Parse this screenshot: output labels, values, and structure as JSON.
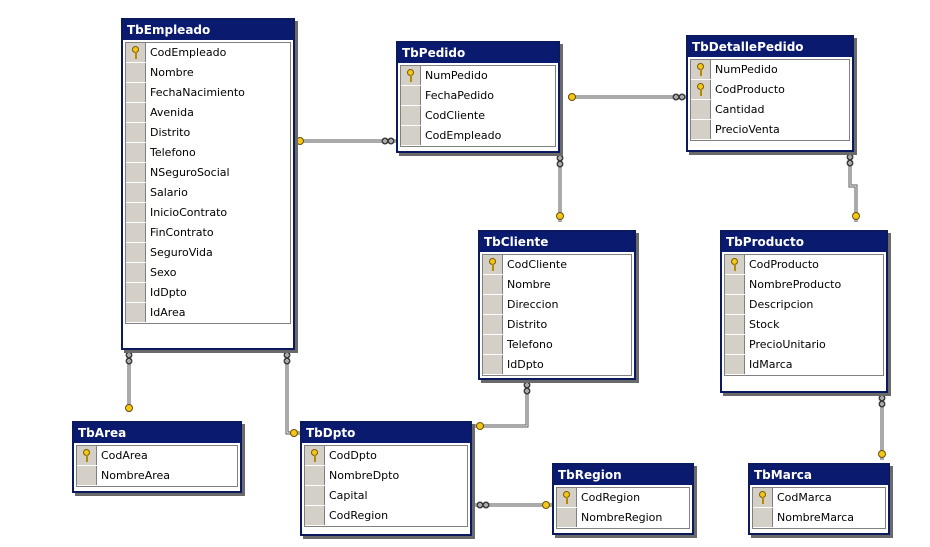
{
  "tables": {
    "empleado": {
      "title": "TbEmpleado",
      "columns": [
        {
          "name": "CodEmpleado",
          "pk": true
        },
        {
          "name": "Nombre",
          "pk": false
        },
        {
          "name": "FechaNacimiento",
          "pk": false
        },
        {
          "name": "Avenida",
          "pk": false
        },
        {
          "name": "Distrito",
          "pk": false
        },
        {
          "name": "Telefono",
          "pk": false
        },
        {
          "name": "NSeguroSocial",
          "pk": false
        },
        {
          "name": "Salario",
          "pk": false
        },
        {
          "name": "InicioContrato",
          "pk": false
        },
        {
          "name": "FinContrato",
          "pk": false
        },
        {
          "name": "SeguroVida",
          "pk": false
        },
        {
          "name": "Sexo",
          "pk": false
        },
        {
          "name": "IdDpto",
          "pk": false
        },
        {
          "name": "IdArea",
          "pk": false
        }
      ]
    },
    "pedido": {
      "title": "TbPedido",
      "columns": [
        {
          "name": "NumPedido",
          "pk": true
        },
        {
          "name": "FechaPedido",
          "pk": false
        },
        {
          "name": "CodCliente",
          "pk": false
        },
        {
          "name": "CodEmpleado",
          "pk": false
        }
      ]
    },
    "detalle": {
      "title": "TbDetallePedido",
      "columns": [
        {
          "name": "NumPedido",
          "pk": true
        },
        {
          "name": "CodProducto",
          "pk": true
        },
        {
          "name": "Cantidad",
          "pk": false
        },
        {
          "name": "PrecioVenta",
          "pk": false
        }
      ]
    },
    "cliente": {
      "title": "TbCliente",
      "columns": [
        {
          "name": "CodCliente",
          "pk": true
        },
        {
          "name": "Nombre",
          "pk": false
        },
        {
          "name": "Direccion",
          "pk": false
        },
        {
          "name": "Distrito",
          "pk": false
        },
        {
          "name": "Telefono",
          "pk": false
        },
        {
          "name": "IdDpto",
          "pk": false
        }
      ]
    },
    "producto": {
      "title": "TbProducto",
      "columns": [
        {
          "name": "CodProducto",
          "pk": true
        },
        {
          "name": "NombreProducto",
          "pk": false
        },
        {
          "name": "Descripcion",
          "pk": false
        },
        {
          "name": "Stock",
          "pk": false
        },
        {
          "name": "PrecioUnitario",
          "pk": false
        },
        {
          "name": "IdMarca",
          "pk": false
        }
      ]
    },
    "area": {
      "title": "TbArea",
      "columns": [
        {
          "name": "CodArea",
          "pk": true
        },
        {
          "name": "NombreArea",
          "pk": false
        }
      ]
    },
    "dpto": {
      "title": "TbDpto",
      "columns": [
        {
          "name": "CodDpto",
          "pk": true
        },
        {
          "name": "NombreDpto",
          "pk": false
        },
        {
          "name": "Capital",
          "pk": false
        },
        {
          "name": "CodRegion",
          "pk": false
        }
      ]
    },
    "region": {
      "title": "TbRegion",
      "columns": [
        {
          "name": "CodRegion",
          "pk": true
        },
        {
          "name": "NombreRegion",
          "pk": false
        }
      ]
    },
    "marca": {
      "title": "TbMarca",
      "columns": [
        {
          "name": "CodMarca",
          "pk": true
        },
        {
          "name": "NombreMarca",
          "pk": false
        }
      ]
    }
  },
  "colors": {
    "title_bar": "#0a1a6e",
    "border": "#0a1a5c",
    "selector": "#d4d0c8",
    "link": "#555555",
    "key": "#f3c61a"
  }
}
